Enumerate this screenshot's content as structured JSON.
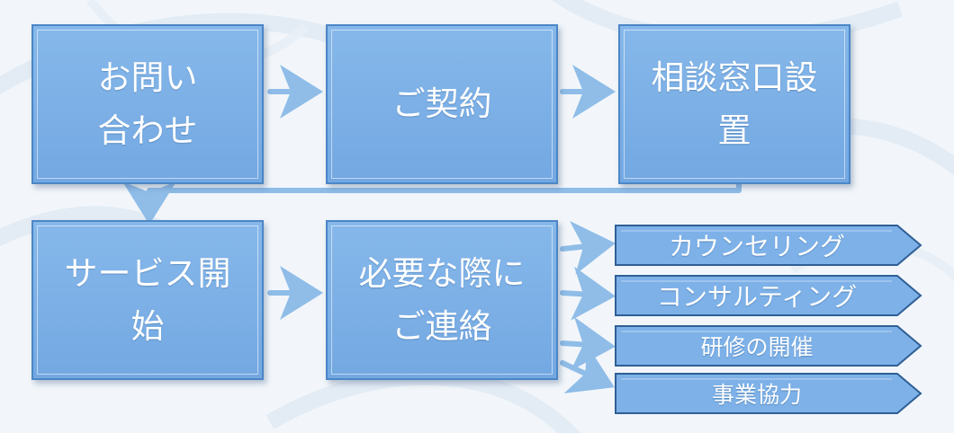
{
  "flow": {
    "steps": [
      {
        "id": "inquiry",
        "label": "お問い\n合わせ"
      },
      {
        "id": "contract",
        "label": "ご契約"
      },
      {
        "id": "consult-desk",
        "label": "相談窓口設\n置"
      },
      {
        "id": "service-start",
        "label": "サービス開\n始"
      },
      {
        "id": "contact",
        "label": "必要な際に\nご連絡"
      }
    ],
    "services": [
      {
        "label": "カウンセリング"
      },
      {
        "label": "コンサルティング"
      },
      {
        "label": "研修の開催"
      },
      {
        "label": "事業協力"
      }
    ]
  },
  "colors": {
    "box_fill": "#7db1e8",
    "box_border": "#4c86c6",
    "arrow": "#8fbde8",
    "text": "#ffffff",
    "background": "#f2f6fa"
  }
}
